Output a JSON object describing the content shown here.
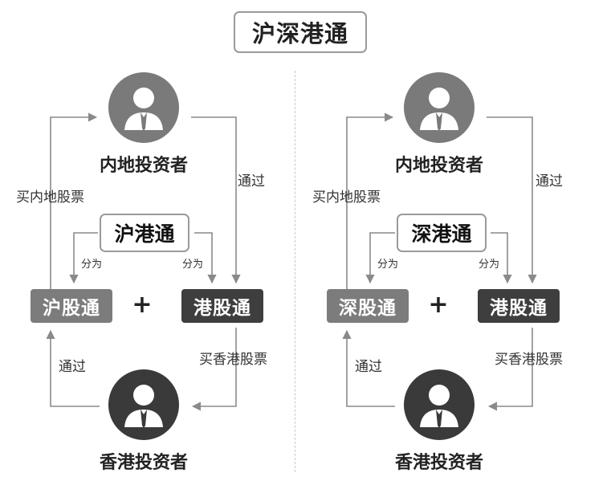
{
  "title": "沪深港通",
  "panels": [
    {
      "id": "left",
      "top_investor": "内地投资者",
      "bottom_investor": "香港投资者",
      "center_label": "沪港通",
      "split_left": "分为",
      "split_right": "分为",
      "left_pill": "沪股通",
      "right_pill": "港股通",
      "plus": "+",
      "buy_mainland": "买内地股票",
      "through_top": "通过",
      "through_bottom": "通过",
      "buy_hk": "买香港股票"
    },
    {
      "id": "right",
      "top_investor": "内地投资者",
      "bottom_investor": "香港投资者",
      "center_label": "深港通",
      "split_left": "分为",
      "split_right": "分为",
      "left_pill": "深股通",
      "right_pill": "港股通",
      "plus": "+",
      "buy_mainland": "买内地股票",
      "through_top": "通过",
      "through_bottom": "通过",
      "buy_hk": "买香港股票"
    }
  ],
  "icons": {
    "top_avatar": "person-icon",
    "bottom_avatar": "person-icon"
  },
  "colors": {
    "avatar_light": "#7a7a7a",
    "avatar_dark": "#3a3a3a",
    "pill_light": "#7c7c7c",
    "pill_dark": "#3e3e3e",
    "arrow": "#8a8a8a"
  }
}
